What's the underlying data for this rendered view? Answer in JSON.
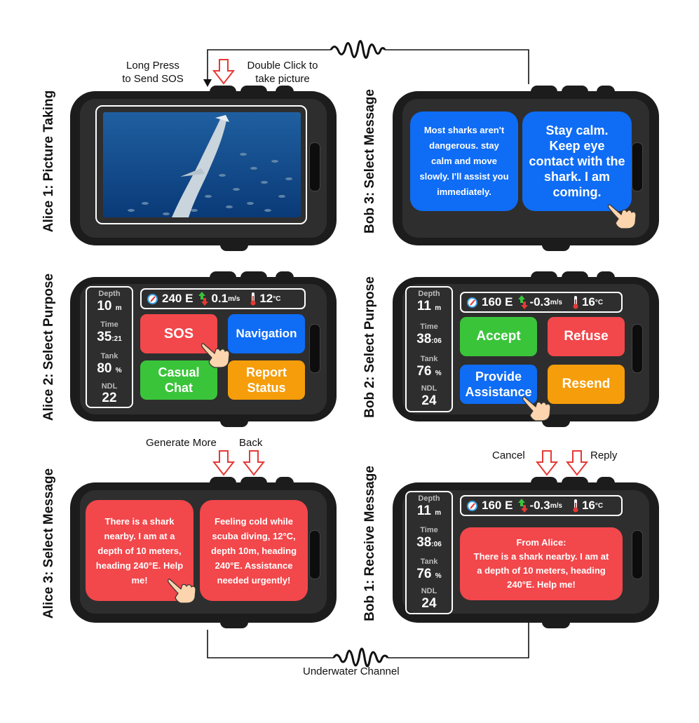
{
  "annotations": {
    "long_press": [
      "Long Press",
      "to Send SOS"
    ],
    "double_click": [
      "Double Click to",
      "take picture"
    ],
    "generate_more": "Generate More",
    "back": "Back",
    "cancel": "Cancel",
    "reply": "Reply",
    "channel": "Underwater Channel"
  },
  "labels": {
    "alice1": "Alice 1: Picture Taking",
    "alice2": "Alice 2: Select Purpose",
    "alice3": "Alice 3: Select Message",
    "bob1": "Bob 1: Receive Message",
    "bob2": "Bob 2: Select Purpose",
    "bob3": "Bob 3: Select Message"
  },
  "stat_keys": {
    "depth": "Depth",
    "time": "Time",
    "tank": "Tank",
    "ndl": "NDL"
  },
  "alice_stats": {
    "depth": "10",
    "depth_unit": "m",
    "time": "35",
    "time_sec": ":21",
    "tank": "80",
    "tank_unit": "%",
    "ndl": "22"
  },
  "alice_info": {
    "heading": "240 E",
    "speed": "0.1",
    "speed_unit": "m/s",
    "temp": "12",
    "temp_unit": "°C"
  },
  "alice_purpose": {
    "sos": "SOS",
    "navigation": "Navigation",
    "casual": [
      "Casual",
      "Chat"
    ],
    "report": [
      "Report",
      "Status"
    ]
  },
  "alice_messages": {
    "m1": [
      "There is a shark",
      "nearby. I am at a",
      "depth of 10 meters,",
      "heading 240°E. Help",
      "me!"
    ],
    "m2": [
      "Feeling cold while",
      "scuba diving, 12°C,",
      "depth 10m, heading",
      "240°E. Assistance",
      "needed urgently!"
    ]
  },
  "bob_stats": {
    "depth": "11",
    "depth_unit": "m",
    "time": "38",
    "time_sec": ":06",
    "tank": "76",
    "tank_unit": "%",
    "ndl": "24"
  },
  "bob_info": {
    "heading": "160 E",
    "speed": "-0.3",
    "speed_unit": "m/s",
    "temp": "16",
    "temp_unit": "°C"
  },
  "bob_purpose": {
    "accept": "Accept",
    "refuse": "Refuse",
    "provide": [
      "Provide",
      "Assistance"
    ],
    "resend": "Resend"
  },
  "bob_receive": {
    "from": "From Alice:",
    "text": [
      "There is a shark nearby. I am at",
      "a depth of 10 meters, heading",
      "240°E. Help me!"
    ]
  },
  "bob_messages": {
    "m1": [
      "Most sharks aren't",
      "dangerous. stay",
      "calm and move",
      "slowly. I'll assist you",
      "immediately."
    ],
    "m2": [
      "Stay calm.",
      "Keep eye",
      "contact with the",
      "shark. I am",
      "coming."
    ]
  },
  "colors": {
    "red": "#f2474b",
    "blue": "#0f6cf4",
    "green": "#3ac43a",
    "orange": "#f59d0a",
    "device": "#1c1c1c",
    "screen": "#2e2e2e"
  }
}
